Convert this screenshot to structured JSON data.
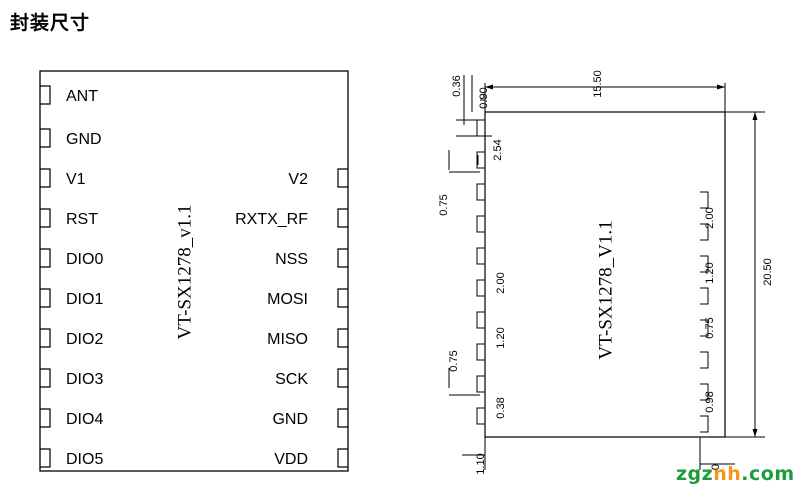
{
  "heading": "封装尺寸",
  "pinout": {
    "module_label": "VT-SX1278_v1.1",
    "left_pins": [
      "ANT",
      "GND",
      "V1",
      "RST",
      "DIO0",
      "DIO1",
      "DIO2",
      "DIO3",
      "DIO4",
      "DIO5"
    ],
    "right_pins": [
      "V2",
      "RXTX_RF",
      "NSS",
      "MOSI",
      "MISO",
      "SCK",
      "GND",
      "VDD"
    ]
  },
  "dimensions": {
    "module_label": "VT-SX1278_V1.1",
    "top_margin": "0.36",
    "pad_offset": "0.90",
    "width": "15.50",
    "first_pitch": "2.54",
    "pad_gap_left_top": "0.75",
    "left_pad_width": "2.00",
    "left_pad_gap": "1.20",
    "pad_gap_left_bottom": "0.75",
    "bottom_pad_offset": "0.38",
    "bottom_left": "1.10",
    "height": "20.50",
    "right_pad_width": "2.00",
    "right_pad_gap_1": "1.20",
    "right_pad_gap_2": "0.75",
    "right_bottom_offset": "0.98",
    "right_bottom": "0"
  },
  "watermark": {
    "part1": "zgz",
    "part2": "nh",
    "part3": ".com",
    "color_main": "#1e9c3c",
    "color_accent": "#f7941d"
  }
}
